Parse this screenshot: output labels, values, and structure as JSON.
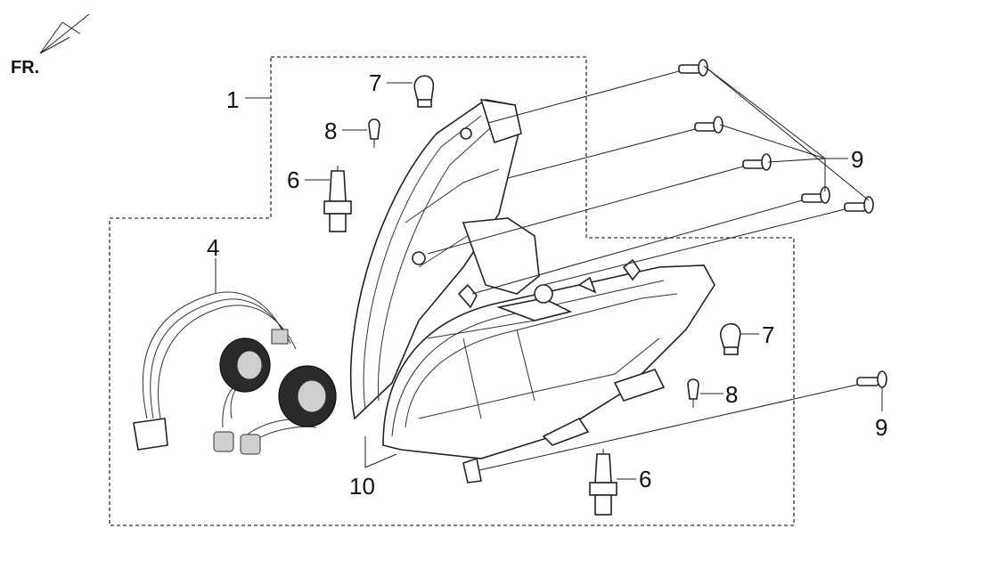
{
  "orientation": {
    "label": "FR."
  },
  "callouts": {
    "c1": "1",
    "c4": "4",
    "c6a": "6",
    "c6b": "6",
    "c7a": "7",
    "c7b": "7",
    "c8a": "8",
    "c8b": "8",
    "c9a": "9",
    "c9b": "9",
    "c10": "10"
  }
}
